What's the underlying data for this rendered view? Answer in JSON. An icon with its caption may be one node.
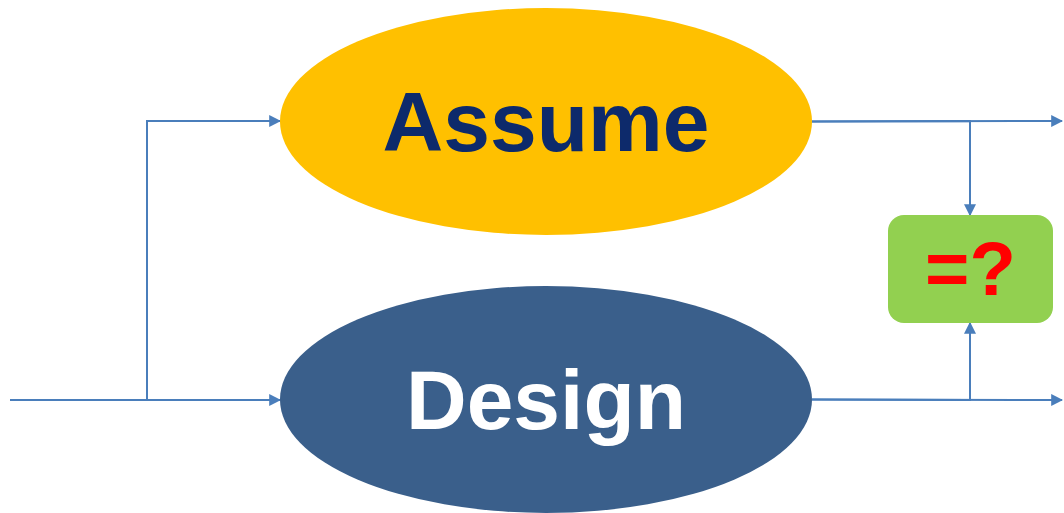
{
  "diagram": {
    "nodes": [
      {
        "text": [
          "Assume"
        ]
      },
      {
        "text": [
          "Design"
        ]
      },
      {
        "text": [
          "=?"
        ]
      }
    ],
    "edges": [
      {
        "from": null,
        "to": 1,
        "arrow": "to"
      },
      {
        "from": null,
        "to": 0,
        "arrow": "to"
      },
      {
        "from": 0,
        "to": null,
        "arrow": "to"
      },
      {
        "from": 0,
        "to": 2,
        "arrow": "to"
      },
      {
        "from": 1,
        "to": null,
        "arrow": "to"
      },
      {
        "from": 1,
        "to": 2,
        "arrow": "to"
      }
    ]
  }
}
